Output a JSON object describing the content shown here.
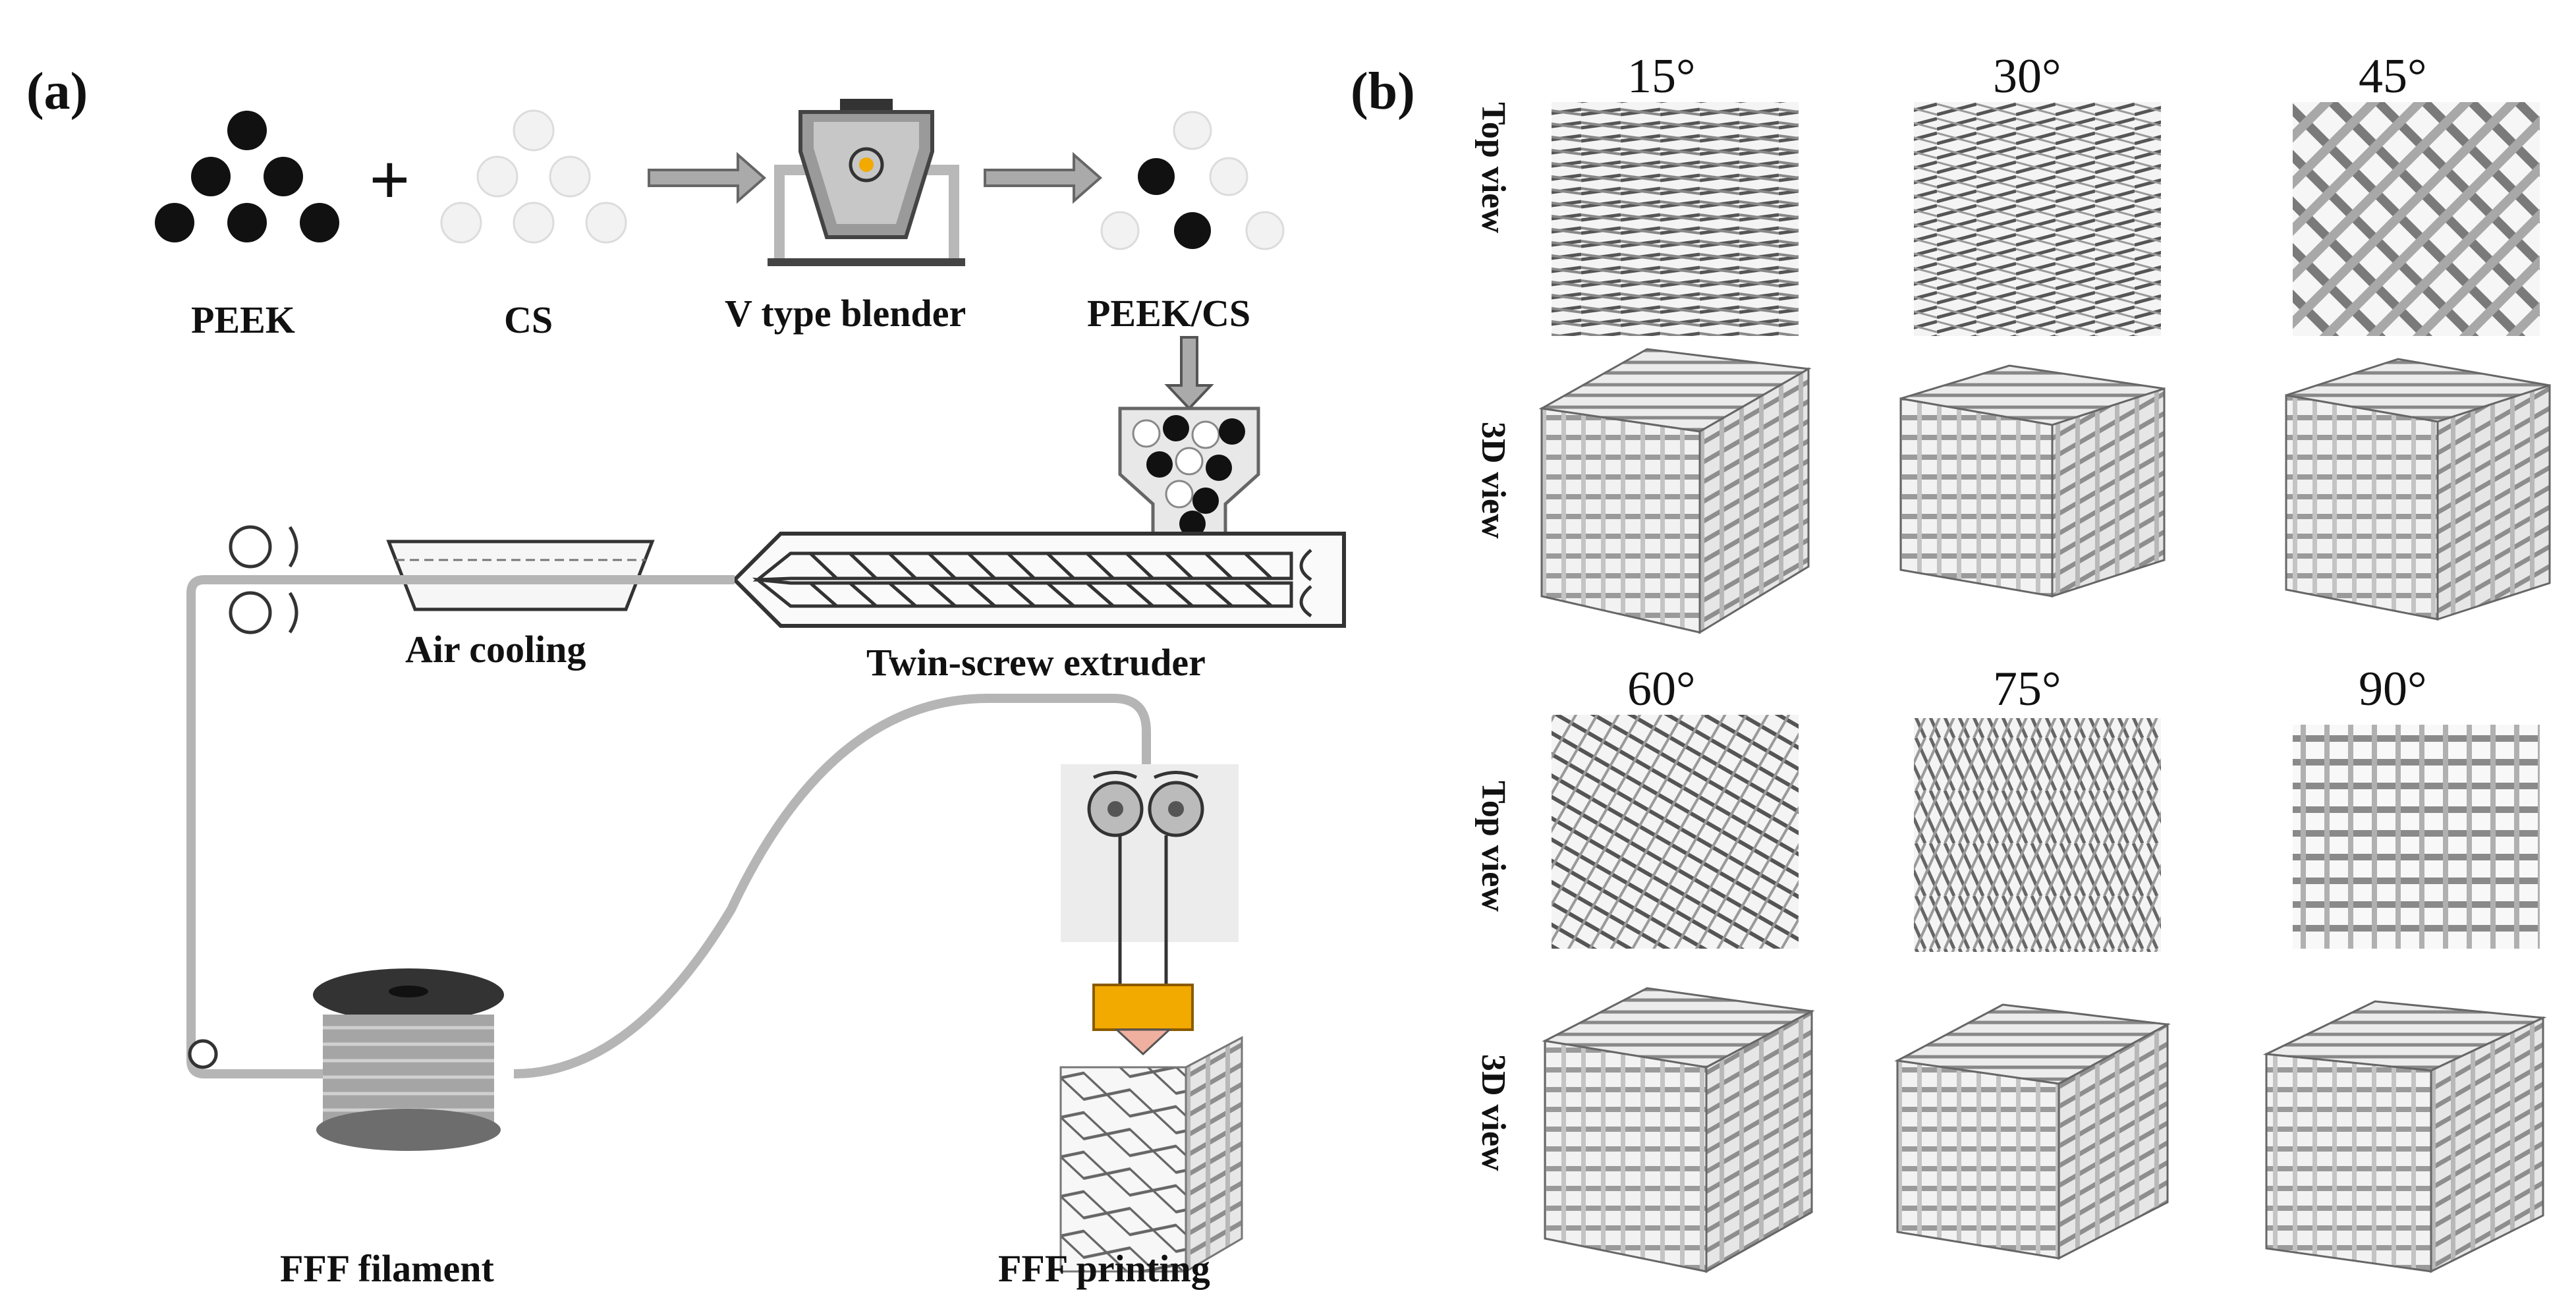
{
  "panel_a": {
    "tag": "(a)",
    "peek_label": "PEEK",
    "cs_label": "CS",
    "blender_label": "V type blender",
    "mix_label": "PEEK/CS",
    "cooling_label": "Air cooling",
    "extruder_label": "Twin-screw extruder",
    "filament_label": "FFF filament",
    "printing_label": "FFF printing",
    "plus_sign": "+"
  },
  "panel_b": {
    "tag": "(b)",
    "top_view_label": "Top view",
    "view_3d_label": "3D view",
    "angles": [
      "15°",
      "30°",
      "45°",
      "60°",
      "75°",
      "90°"
    ]
  },
  "colors": {
    "pipe": "#b5b5b5",
    "hopper_yellow": "#f2a900",
    "nozzle_tip": "#f0b0a0",
    "dark_particle": "#111111",
    "light_particle": "#f2f2f2"
  }
}
